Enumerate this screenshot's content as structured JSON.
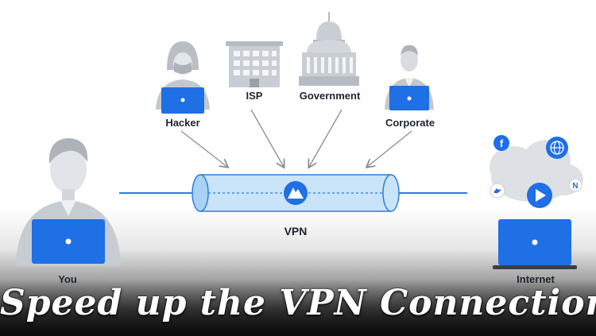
{
  "nodes": {
    "hacker": "Hacker",
    "isp": "ISP",
    "government": "Government",
    "corporate": "Corporate",
    "vpn": "VPN",
    "you": "You",
    "internet": "Internet"
  },
  "title": "Speed up the VPN Connection",
  "social_icons": [
    "facebook-icon",
    "globe-icon",
    "twitter-icon",
    "play-icon",
    "nord-icon"
  ],
  "colors": {
    "accent_blue": "#1f6fe5",
    "tunnel_blue": "#bcdcf7",
    "person_gray": "#cfd3d8"
  }
}
